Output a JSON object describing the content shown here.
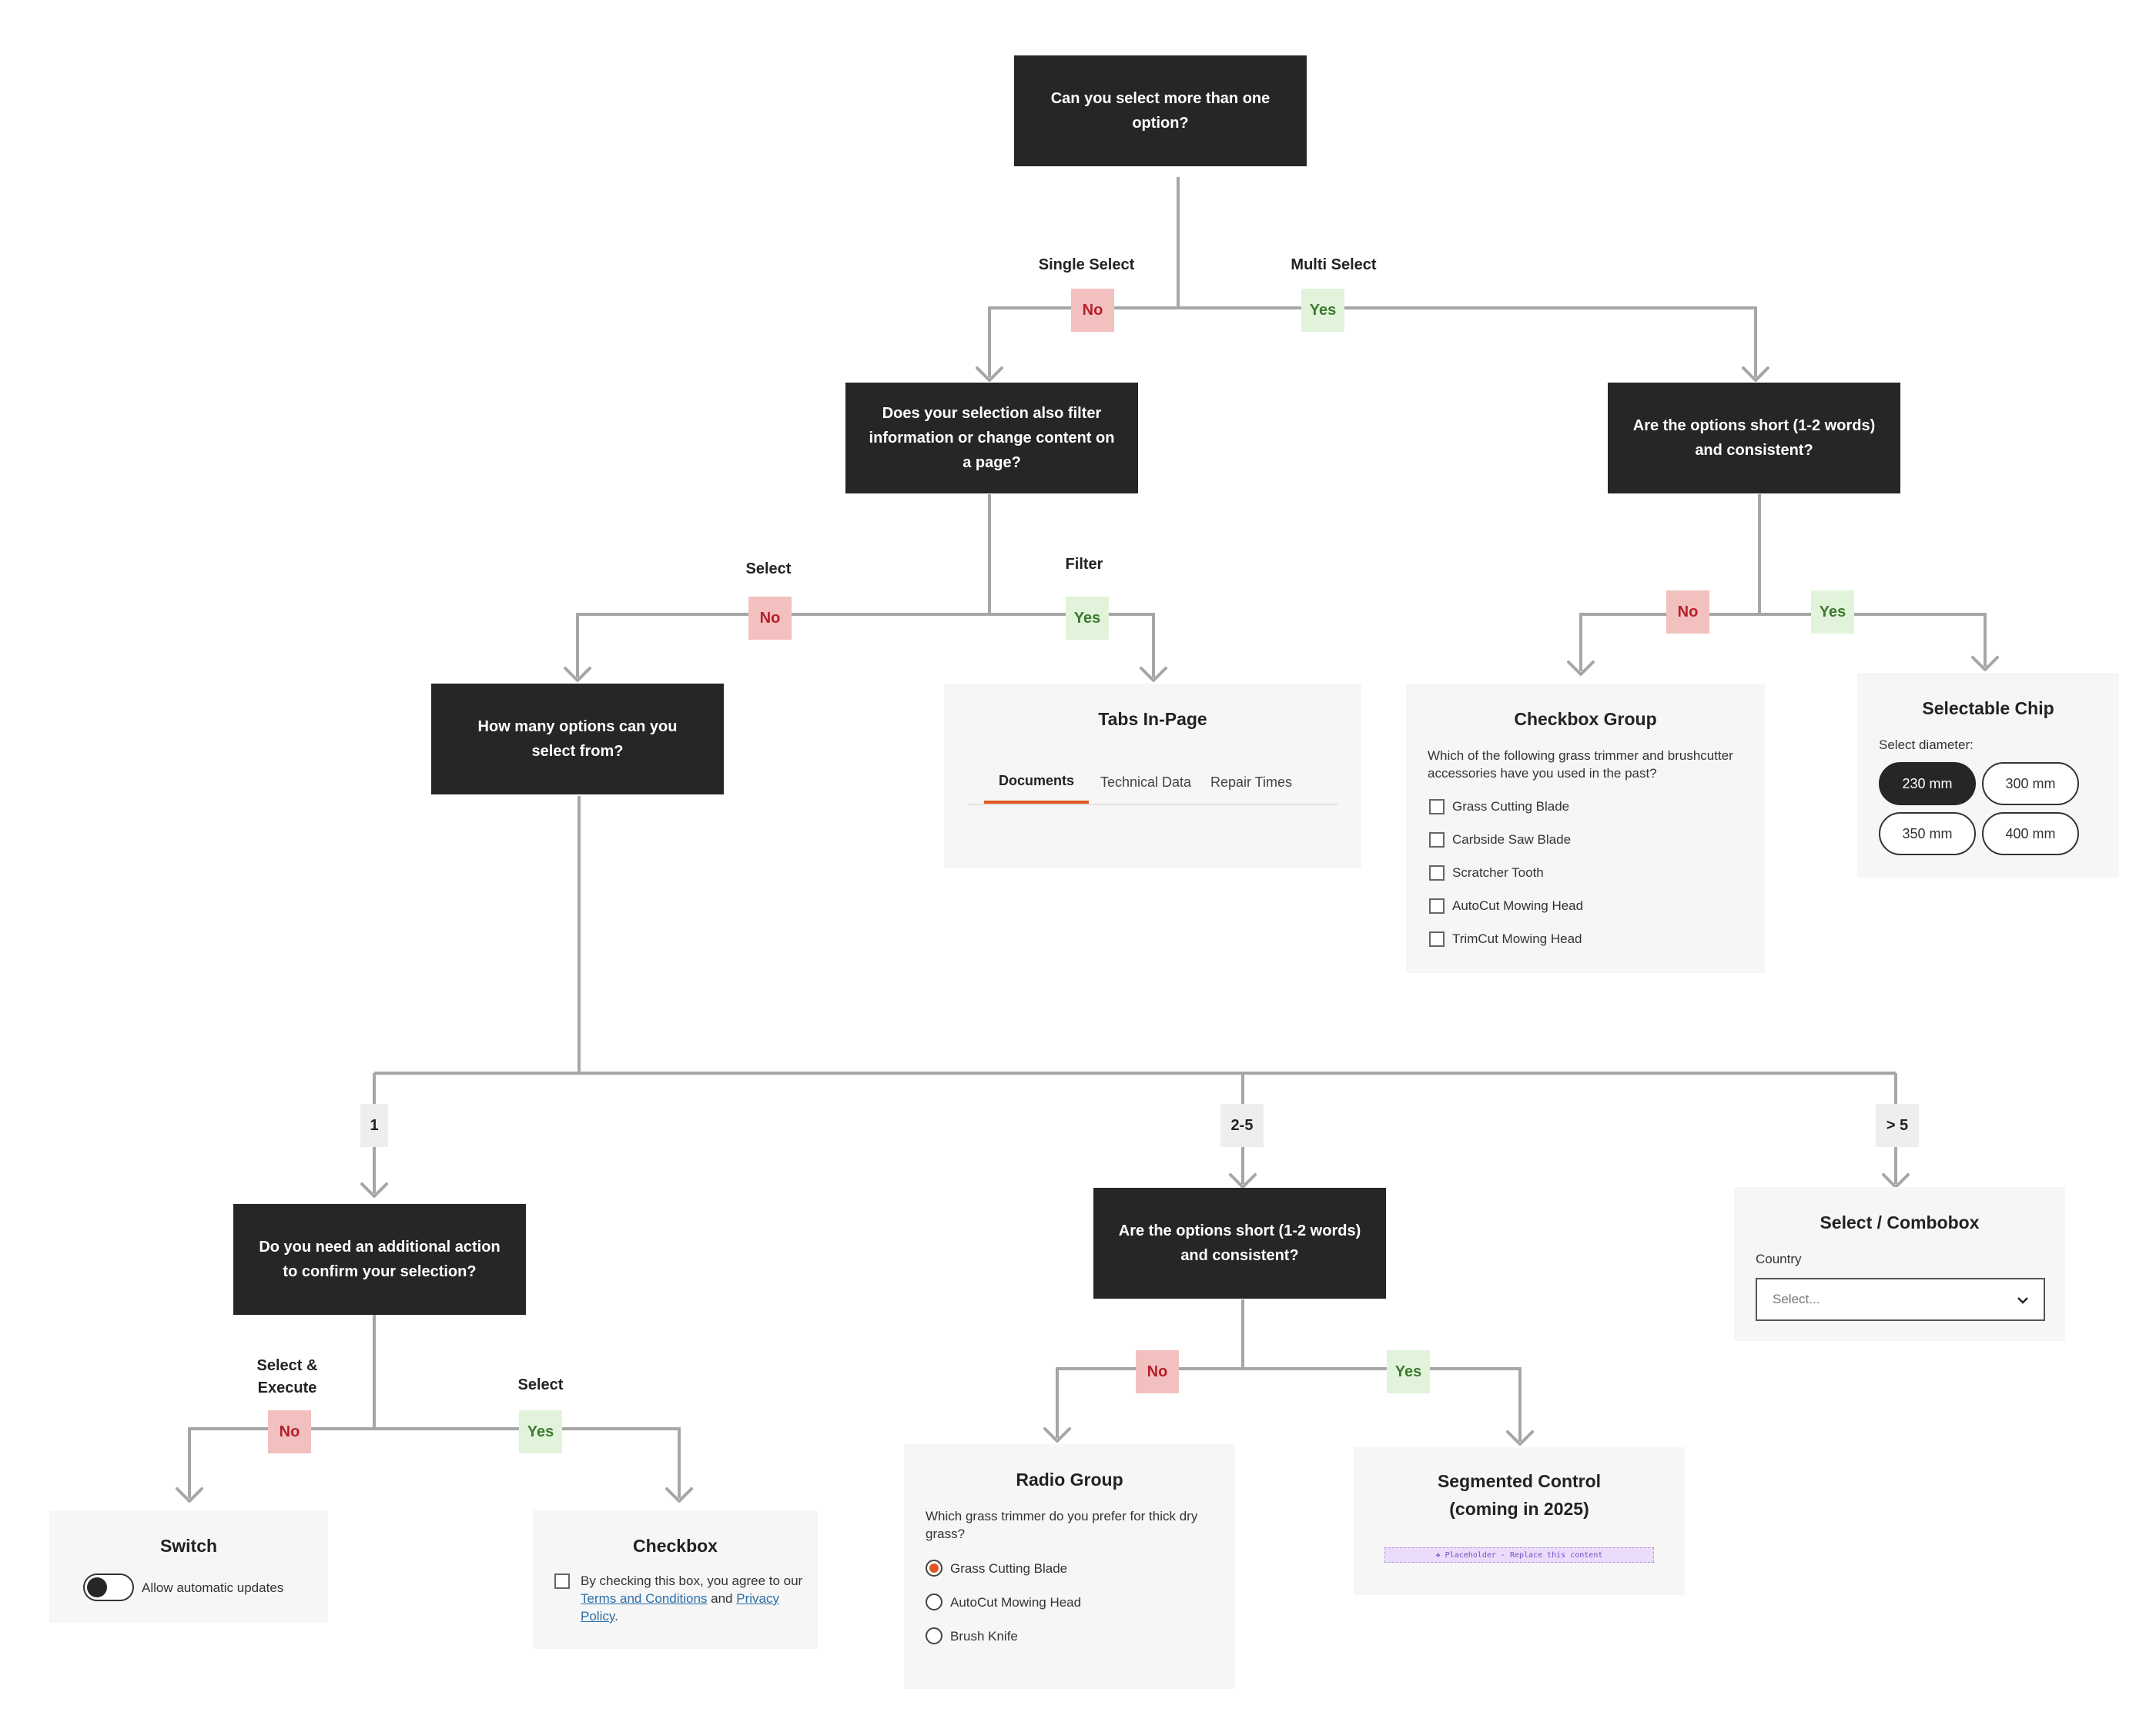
{
  "questions": {
    "q_multi": "Can you select more than one option?",
    "q_filter": "Does your selection also filter information or change content on a page?",
    "q_short_multi": "Are the options short (1-2 words) and consistent?",
    "q_how_many": "How many options can you select from?",
    "q_confirm": "Do you need an additional action to confirm your selection?",
    "q_short_single": "Are the options short (1-2 words) and consistent?"
  },
  "edge_labels": {
    "single_select": "Single Select",
    "multi_select": "Multi Select",
    "select": "Select",
    "filter": "Filter",
    "select_execute": "Select & Execute",
    "select_yes": "Select"
  },
  "tags": {
    "no": "No",
    "yes": "Yes",
    "count_1": "1",
    "count_2_5": "2-5",
    "count_gt5": "> 5"
  },
  "tabs_card": {
    "title": "Tabs In-Page",
    "tabs": [
      "Documents",
      "Technical Data",
      "Repair Times"
    ],
    "active_index": 0
  },
  "checkbox_group_card": {
    "title": "Checkbox Group",
    "question": "Which of the following grass trimmer and brushcutter accessories have you used in the past?",
    "options": [
      "Grass Cutting Blade",
      "Carbside Saw Blade",
      "Scratcher Tooth",
      "AutoCut Mowing Head",
      "TrimCut Mowing Head"
    ]
  },
  "chip_card": {
    "title": "Selectable Chip",
    "label": "Select diameter:",
    "chips": [
      "230 mm",
      "300 mm",
      "350 mm",
      "400 mm"
    ],
    "selected_index": 0
  },
  "select_card": {
    "title": "Select / Combobox",
    "label": "Country",
    "placeholder": "Select..."
  },
  "radio_card": {
    "title": "Radio Group",
    "question": "Which grass trimmer do you prefer for thick dry grass?",
    "options": [
      "Grass Cutting Blade",
      "AutoCut Mowing Head",
      "Brush Knife"
    ],
    "selected_index": 0
  },
  "segmented_card": {
    "title": "Segmented Control (coming in 2025)",
    "placeholder": "❖ Placeholder - Replace this content"
  },
  "switch_card": {
    "title": "Switch",
    "label": "Allow automatic updates"
  },
  "checkbox_card": {
    "title": "Checkbox",
    "text_before": "By checking this box, you agree to our ",
    "link1": "Terms and Conditions",
    "text_mid": " and ",
    "link2": "Privacy Policy",
    "text_end": "."
  },
  "colors": {
    "line": "#a6a6a6",
    "question_bg": "#262626",
    "no_bg": "#f3c0c0",
    "no_text": "#b3202a",
    "yes_bg": "#e2f3dc",
    "yes_text": "#3d7a2d",
    "tab_accent": "#e0581f",
    "radio_accent": "#e0581f"
  }
}
